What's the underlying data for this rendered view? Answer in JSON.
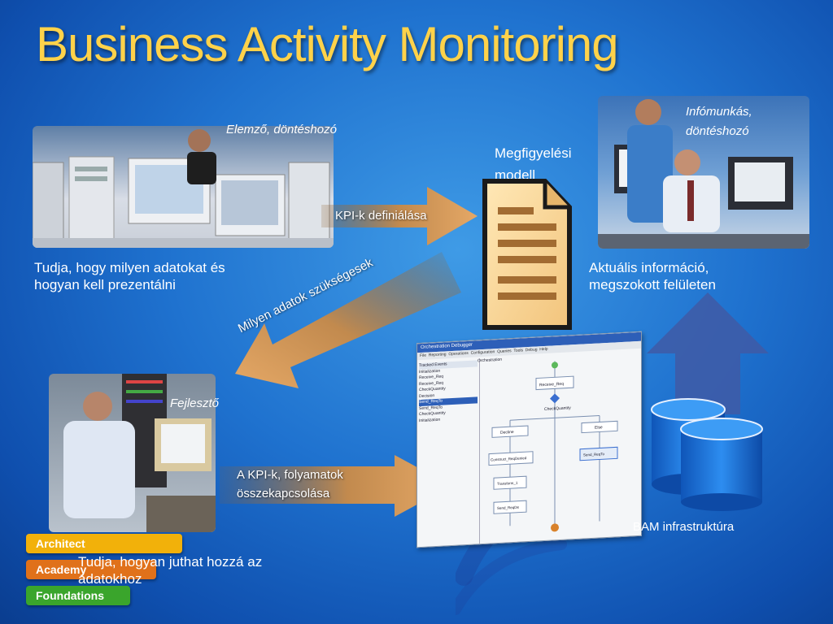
{
  "slide": {
    "title": "Business Activity Monitoring",
    "analyst_role": "Elemző, döntéshozó",
    "analyst_desc_line1": "Tudja, hogy milyen adatokat és",
    "analyst_desc_line2": "hogyan kell prezentálni",
    "worker_role_line1": "Infómunkás,",
    "worker_role_line2": "döntéshozó",
    "worker_desc_line1": "Aktuális információ,",
    "worker_desc_line2": "megszokott felületen",
    "model_label_line1": "Megfigyelési",
    "model_label_line2": "modell",
    "arrow_kpi": "KPI-k definiálása",
    "arrow_data_needs": "Milyen adatok szükségesek",
    "developer_role": "Fejlesztő",
    "arrow_link_line1": "A KPI-k, folyamatok",
    "arrow_link_line2": "összekapcsolása",
    "developer_desc_line1": "Tudja, hogyan juthat hozzá az",
    "developer_desc_line2": "adatokhoz",
    "bam_label": "BAM infrastruktúra"
  },
  "badges": [
    {
      "label": "Architect",
      "color": "#f2b10a"
    },
    {
      "label": "Academy",
      "color": "#e0711a"
    },
    {
      "label": "Foundations",
      "color": "#3aa52c"
    }
  ],
  "screenshot": {
    "window_title": "Orchestration Debugger",
    "menu": [
      "File",
      "Reporting",
      "Operations",
      "Configuration",
      "Queries",
      "Tools",
      "Debug",
      "Help"
    ],
    "pane_title": "Orchestration",
    "events_title": "Tracked Events",
    "list_rows": [
      "Initialization",
      "Receive_Req",
      "Receive_Req",
      "CheckQuantity",
      "Decision",
      "Send_ReqTo",
      "Send_ReqTo",
      "CheckQuantity",
      "Initialization"
    ],
    "shapes": [
      "Receive_Req",
      "CheckQuantity",
      "Decline",
      "Else",
      "Construct_ReqDenied",
      "Send_ReqTo",
      "Transform_1",
      "Send_ReqDe"
    ]
  },
  "icons": {
    "document": "document-icon",
    "database": "database-icon",
    "arrow": "arrow-icon"
  }
}
